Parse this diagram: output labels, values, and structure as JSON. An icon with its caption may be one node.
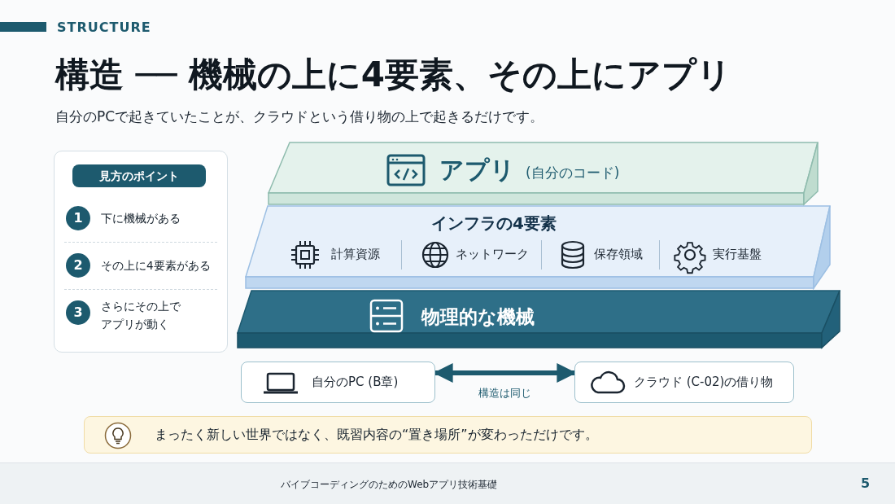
{
  "diagram": {
    "title": "構造 ── 機械の上に4要素、その上にアプリ",
    "nodes": [
      {
        "text": [
          "見方のポイント"
        ]
      },
      {
        "text": [
          "1"
        ],
        "in": 0,
        "beside": [
          "下に機械がある"
        ]
      },
      {
        "text": [
          "2"
        ],
        "in": 0,
        "beside": [
          "その上に4要素がある"
        ]
      },
      {
        "text": [
          "3"
        ],
        "in": 0,
        "beside": [
          "さらにその上でアプリが動く"
        ]
      },
      {
        "text": [
          "アプリ",
          "(自分のコード)"
        ]
      },
      {
        "text": [
          "インフラの4要素",
          "計算資源",
          "ネットワーク",
          "保存領域",
          "実行基盤"
        ]
      },
      {
        "text": [
          "物理的な機械"
        ]
      },
      {
        "text": [
          "自分のPC (B章)"
        ]
      },
      {
        "text": [
          "クラウド (C-02)の借り物"
        ]
      },
      {
        "text": [
          "まったく新しい世界ではなく、既習内容の“置き場所”が変わっただけです。"
        ]
      }
    ],
    "edges": [
      {
        "from": 7,
        "to": 8,
        "arrow": "both",
        "label": "構造は同じ"
      }
    ],
    "labels": [
      "STRUCTURE",
      "自分のPCで起きていたことが、クラウドという借り物の上で起きるだけです。",
      "バイブコーディングのためのWebアプリ技術基礎",
      "5"
    ]
  }
}
